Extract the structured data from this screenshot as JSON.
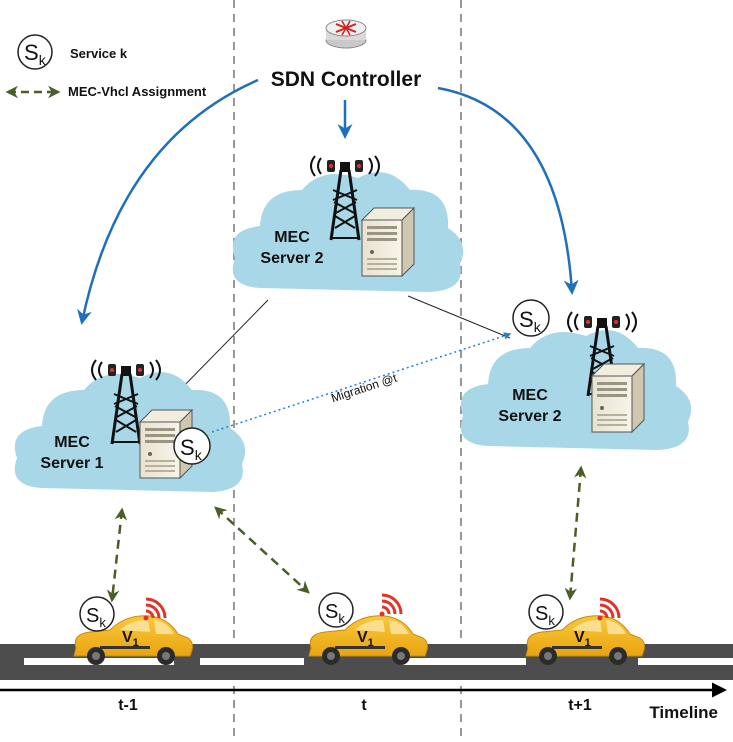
{
  "legend": {
    "service_symbol": "S",
    "service_sub": "k",
    "service_label": "Service k",
    "assignment_label": "MEC-Vhcl Assignment"
  },
  "controller": {
    "label": "SDN Controller"
  },
  "servers": [
    {
      "line1": "MEC",
      "line2": "Server 1"
    },
    {
      "line1": "MEC",
      "line2": "Server 2"
    },
    {
      "line1": "MEC",
      "line2": "Server 2"
    }
  ],
  "service": {
    "symbol": "S",
    "sub": "k"
  },
  "vehicle": {
    "symbol": "V",
    "sub": "1"
  },
  "migration_label": "Migration @t",
  "timeline": {
    "label": "Timeline",
    "ticks": [
      "t-1",
      "t",
      "t+1"
    ]
  },
  "colors": {
    "cloud": "#a8d8e8",
    "arrow_blue": "#1f6fba",
    "assignment_green": "#4b5e28",
    "migration_blue": "#2f7ec7",
    "road": "#4d4d4d",
    "car": "#f3b51c",
    "signal": "#e0342a"
  }
}
